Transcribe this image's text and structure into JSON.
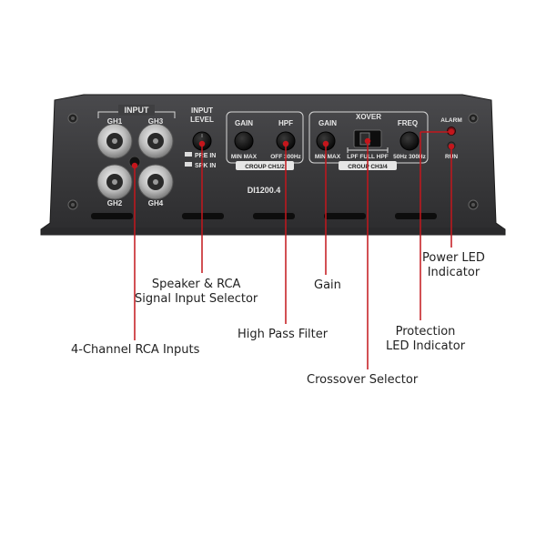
{
  "panel": {
    "input_title": "INPUT",
    "ch1": "GH1",
    "ch2": "GH2",
    "ch3": "GH3",
    "ch4": "GH4",
    "input_level_line1": "INPUT",
    "input_level_line2": "LEVEL",
    "pre_in": "PRE IN",
    "spk_in": "SPK IN",
    "g12_gain": "GAIN",
    "g12_hpf": "HPF",
    "g12_min_max": "MIN MAX",
    "g12_off_300": "OFF 300Hz",
    "g12_group": "CROUP CH1/2",
    "g34_gain": "GAIN",
    "g34_xover": "XOVER",
    "g34_freq": "FREQ",
    "g34_min_max": "MIN MAX",
    "g34_lpf_full_hpf": "LPF FULL HPF",
    "g34_50_300": "50Hz 300Hz",
    "g34_group": "CROUP CH3/4",
    "model": "DI1200.4",
    "alarm": "ALARM",
    "run": "RUN"
  },
  "callouts": {
    "speaker_rca_line1": "Speaker & RCA",
    "speaker_rca_line2": "Signal Input Selector",
    "rca_inputs": "4-Channel RCA Inputs",
    "high_pass": "High Pass Filter",
    "gain": "Gain",
    "crossover": "Crossover Selector",
    "power_led_line1": "Power LED",
    "power_led_line2": "Indicator",
    "protection_line1": "Protection",
    "protection_line2": "LED Indicator"
  },
  "colors": {
    "accent": "#c4161c",
    "panel": "#3a3a3c",
    "panel_text": "#e8e8e8"
  }
}
